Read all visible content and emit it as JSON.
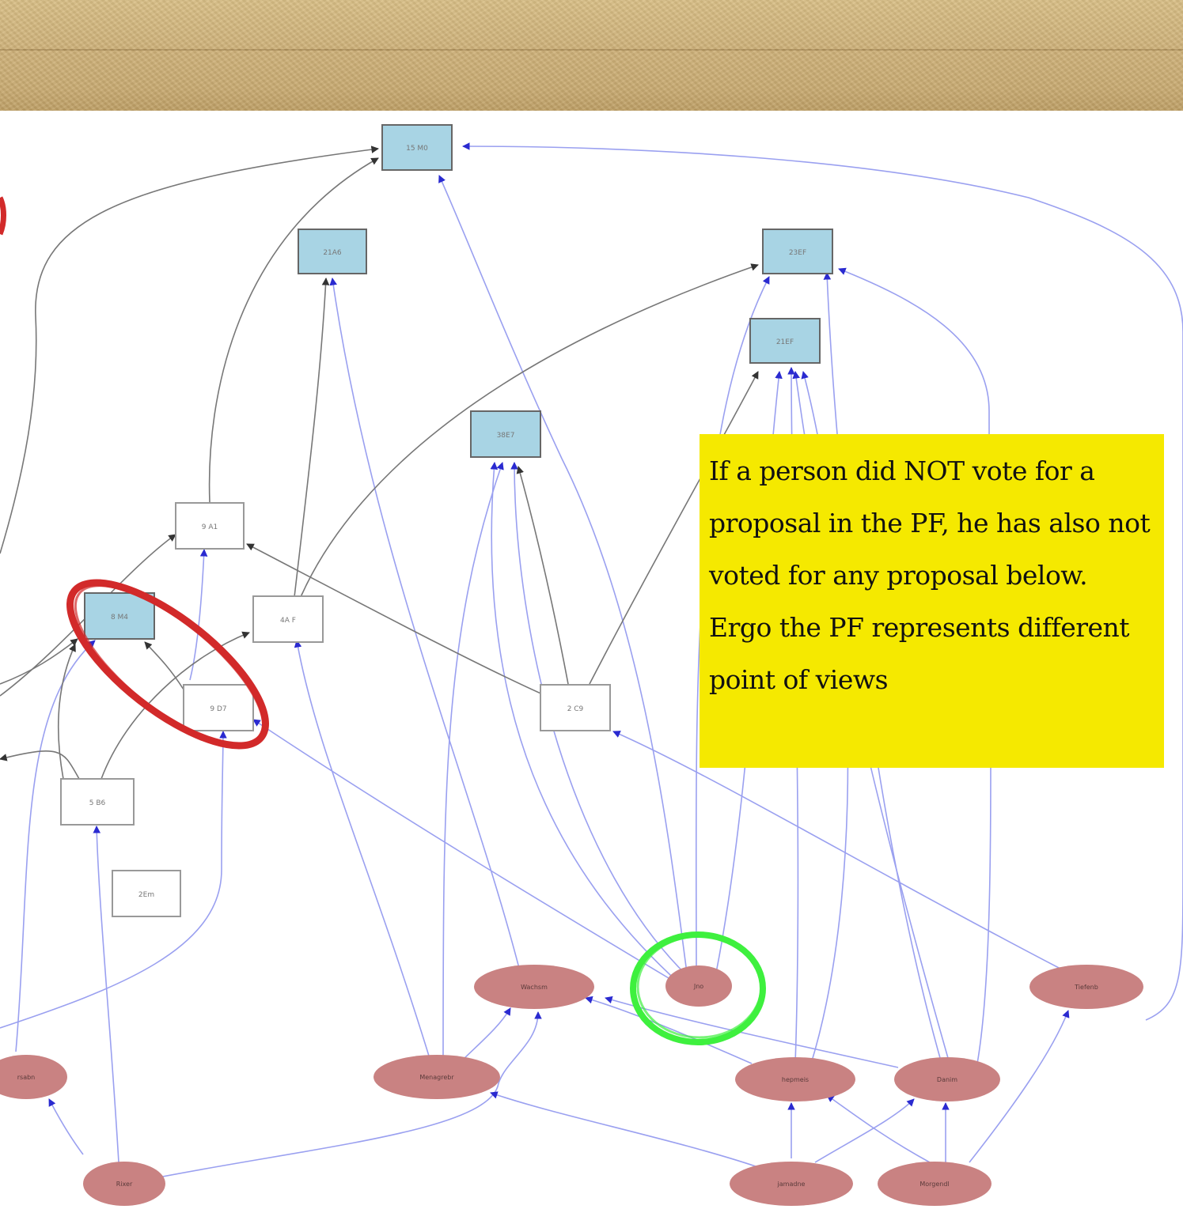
{
  "note": {
    "text": "If a person did NOT vote for a proposal in the PF, he has also not voted for any proposal below. Ergo the PF represents different point of views"
  },
  "colors": {
    "paper": "#cfb27a",
    "proposal_front_fill": "#a8d4e4",
    "proposal_fill": "#ffffff",
    "person_fill": "#c98282",
    "edge_blue": "#9aa0f0",
    "edge_gray": "#777777",
    "note_background": "#f5e900",
    "red_annotation": "#d22a2a",
    "green_annotation": "#3ef03e"
  },
  "nodes": {
    "front": [
      "n_top",
      "n_f2",
      "n_f3",
      "n_f4",
      "n_f5",
      "n_f6"
    ],
    "proposals": [
      "n_p1",
      "n_p2",
      "n_p3",
      "n_p4",
      "n_p5",
      "n_p6"
    ],
    "people": [
      "n_e1",
      "n_e2",
      "n_e3",
      "n_e4",
      "n_e5",
      "n_e6",
      "n_e7",
      "n_e8",
      "n_e9",
      "n_e10",
      "n_e11",
      "n_e12"
    ]
  },
  "annotations": [
    {
      "type": "ellipse",
      "color": "red",
      "marks": "front proposal with dominated proposal"
    },
    {
      "type": "circle",
      "color": "green",
      "marks": "person node"
    }
  ]
}
